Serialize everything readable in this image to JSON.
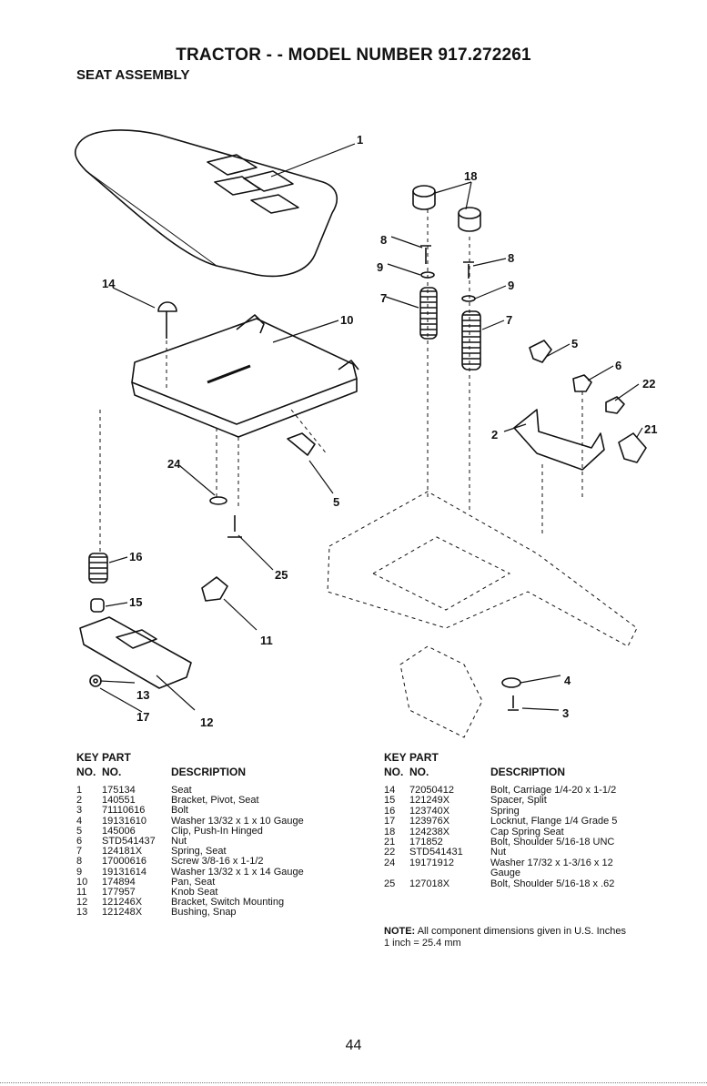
{
  "header": {
    "title": "TRACTOR - - MODEL NUMBER 917.272261",
    "subtitle": "SEAT ASSEMBLY"
  },
  "callouts": [
    "1",
    "18",
    "8",
    "9",
    "7",
    "8",
    "9",
    "7",
    "5",
    "6",
    "22",
    "21",
    "2",
    "14",
    "10",
    "24",
    "5",
    "16",
    "15",
    "25",
    "11",
    "13",
    "17",
    "12",
    "4",
    "3"
  ],
  "table_headers": {
    "key": "KEY",
    "no": "NO.",
    "part": "PART",
    "part_no": "NO.",
    "description": "DESCRIPTION"
  },
  "left_parts": [
    {
      "key": "1",
      "part": "175134",
      "desc": "Seat"
    },
    {
      "key": "2",
      "part": "140551",
      "desc": "Bracket, Pivot, Seat"
    },
    {
      "key": "3",
      "part": "71110616",
      "desc": "Bolt"
    },
    {
      "key": "4",
      "part": "19131610",
      "desc": "Washer 13/32 x 1 x 10 Gauge"
    },
    {
      "key": "5",
      "part": "145006",
      "desc": "Clip, Push-In Hinged"
    },
    {
      "key": "6",
      "part": "STD541437",
      "desc": "Nut"
    },
    {
      "key": "7",
      "part": "124181X",
      "desc": "Spring, Seat"
    },
    {
      "key": "8",
      "part": "17000616",
      "desc": "Screw 3/8-16 x 1-1/2"
    },
    {
      "key": "9",
      "part": "19131614",
      "desc": "Washer 13/32 x 1 x 14 Gauge"
    },
    {
      "key": "10",
      "part": "174894",
      "desc": "Pan, Seat"
    },
    {
      "key": "11",
      "part": "177957",
      "desc": "Knob Seat"
    },
    {
      "key": "12",
      "part": "121246X",
      "desc": "Bracket, Switch Mounting"
    },
    {
      "key": "13",
      "part": "121248X",
      "desc": "Bushing, Snap"
    }
  ],
  "right_parts": [
    {
      "key": "14",
      "part": "72050412",
      "desc": "Bolt, Carriage 1/4-20 x 1-1/2"
    },
    {
      "key": "15",
      "part": "121249X",
      "desc": "Spacer, Split"
    },
    {
      "key": "16",
      "part": "123740X",
      "desc": "Spring"
    },
    {
      "key": "17",
      "part": "123976X",
      "desc": "Locknut, Flange 1/4 Grade 5"
    },
    {
      "key": "18",
      "part": "124238X",
      "desc": "Cap Spring Seat"
    },
    {
      "key": "21",
      "part": "171852",
      "desc": "Bolt, Shoulder 5/16-18 UNC"
    },
    {
      "key": "22",
      "part": "STD541431",
      "desc": "Nut"
    },
    {
      "key": "24",
      "part": "19171912",
      "desc": "Washer 17/32 x 1-3/16 x 12"
    },
    {
      "key": "",
      "part": "",
      "desc": "Gauge"
    },
    {
      "key": "25",
      "part": "127018X",
      "desc": "Bolt, Shoulder 5/16-18 x .62"
    }
  ],
  "note": {
    "label": "NOTE:",
    "text": "All component dimensions given in U.S. Inches",
    "conversion": "1 inch = 25.4 mm"
  },
  "page_number": "44"
}
